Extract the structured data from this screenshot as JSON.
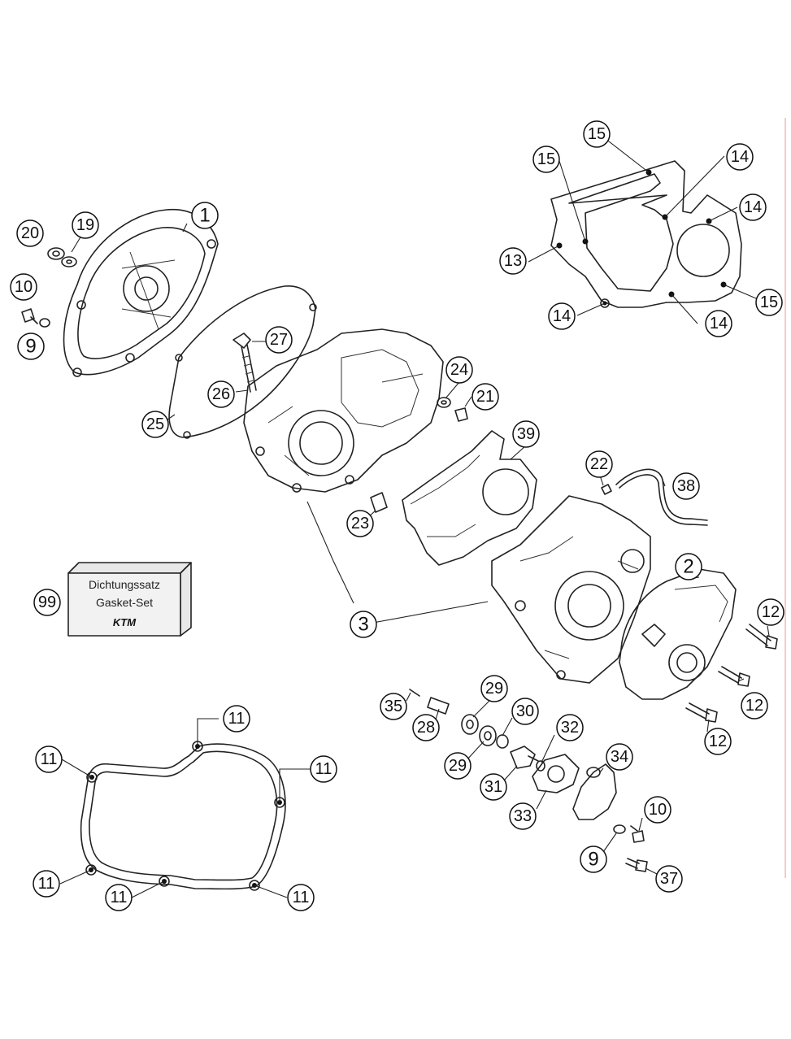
{
  "callouts": {
    "c1": "1",
    "c2": "2",
    "c3": "3",
    "c9a": "9",
    "c9b": "9",
    "c10a": "10",
    "c10b": "10",
    "c11a": "11",
    "c11b": "11",
    "c11c": "11",
    "c11d": "11",
    "c11e": "11",
    "c11f": "11",
    "c12a": "12",
    "c12b": "12",
    "c12c": "12",
    "c13": "13",
    "c14a": "14",
    "c14b": "14",
    "c14c": "14",
    "c14d": "14",
    "c15a": "15",
    "c15b": "15",
    "c15c": "15",
    "c19": "19",
    "c20": "20",
    "c21": "21",
    "c22": "22",
    "c23": "23",
    "c24": "24",
    "c25": "25",
    "c26": "26",
    "c27": "27",
    "c28": "28",
    "c29a": "29",
    "c29b": "29",
    "c30": "30",
    "c31": "31",
    "c32": "32",
    "c33": "33",
    "c34": "34",
    "c35": "35",
    "c37": "37",
    "c38": "38",
    "c39": "39",
    "c99": "99"
  },
  "gasket_box": {
    "line1": "Dichtungssatz",
    "line2": "Gasket-Set",
    "brand": "KTM"
  }
}
